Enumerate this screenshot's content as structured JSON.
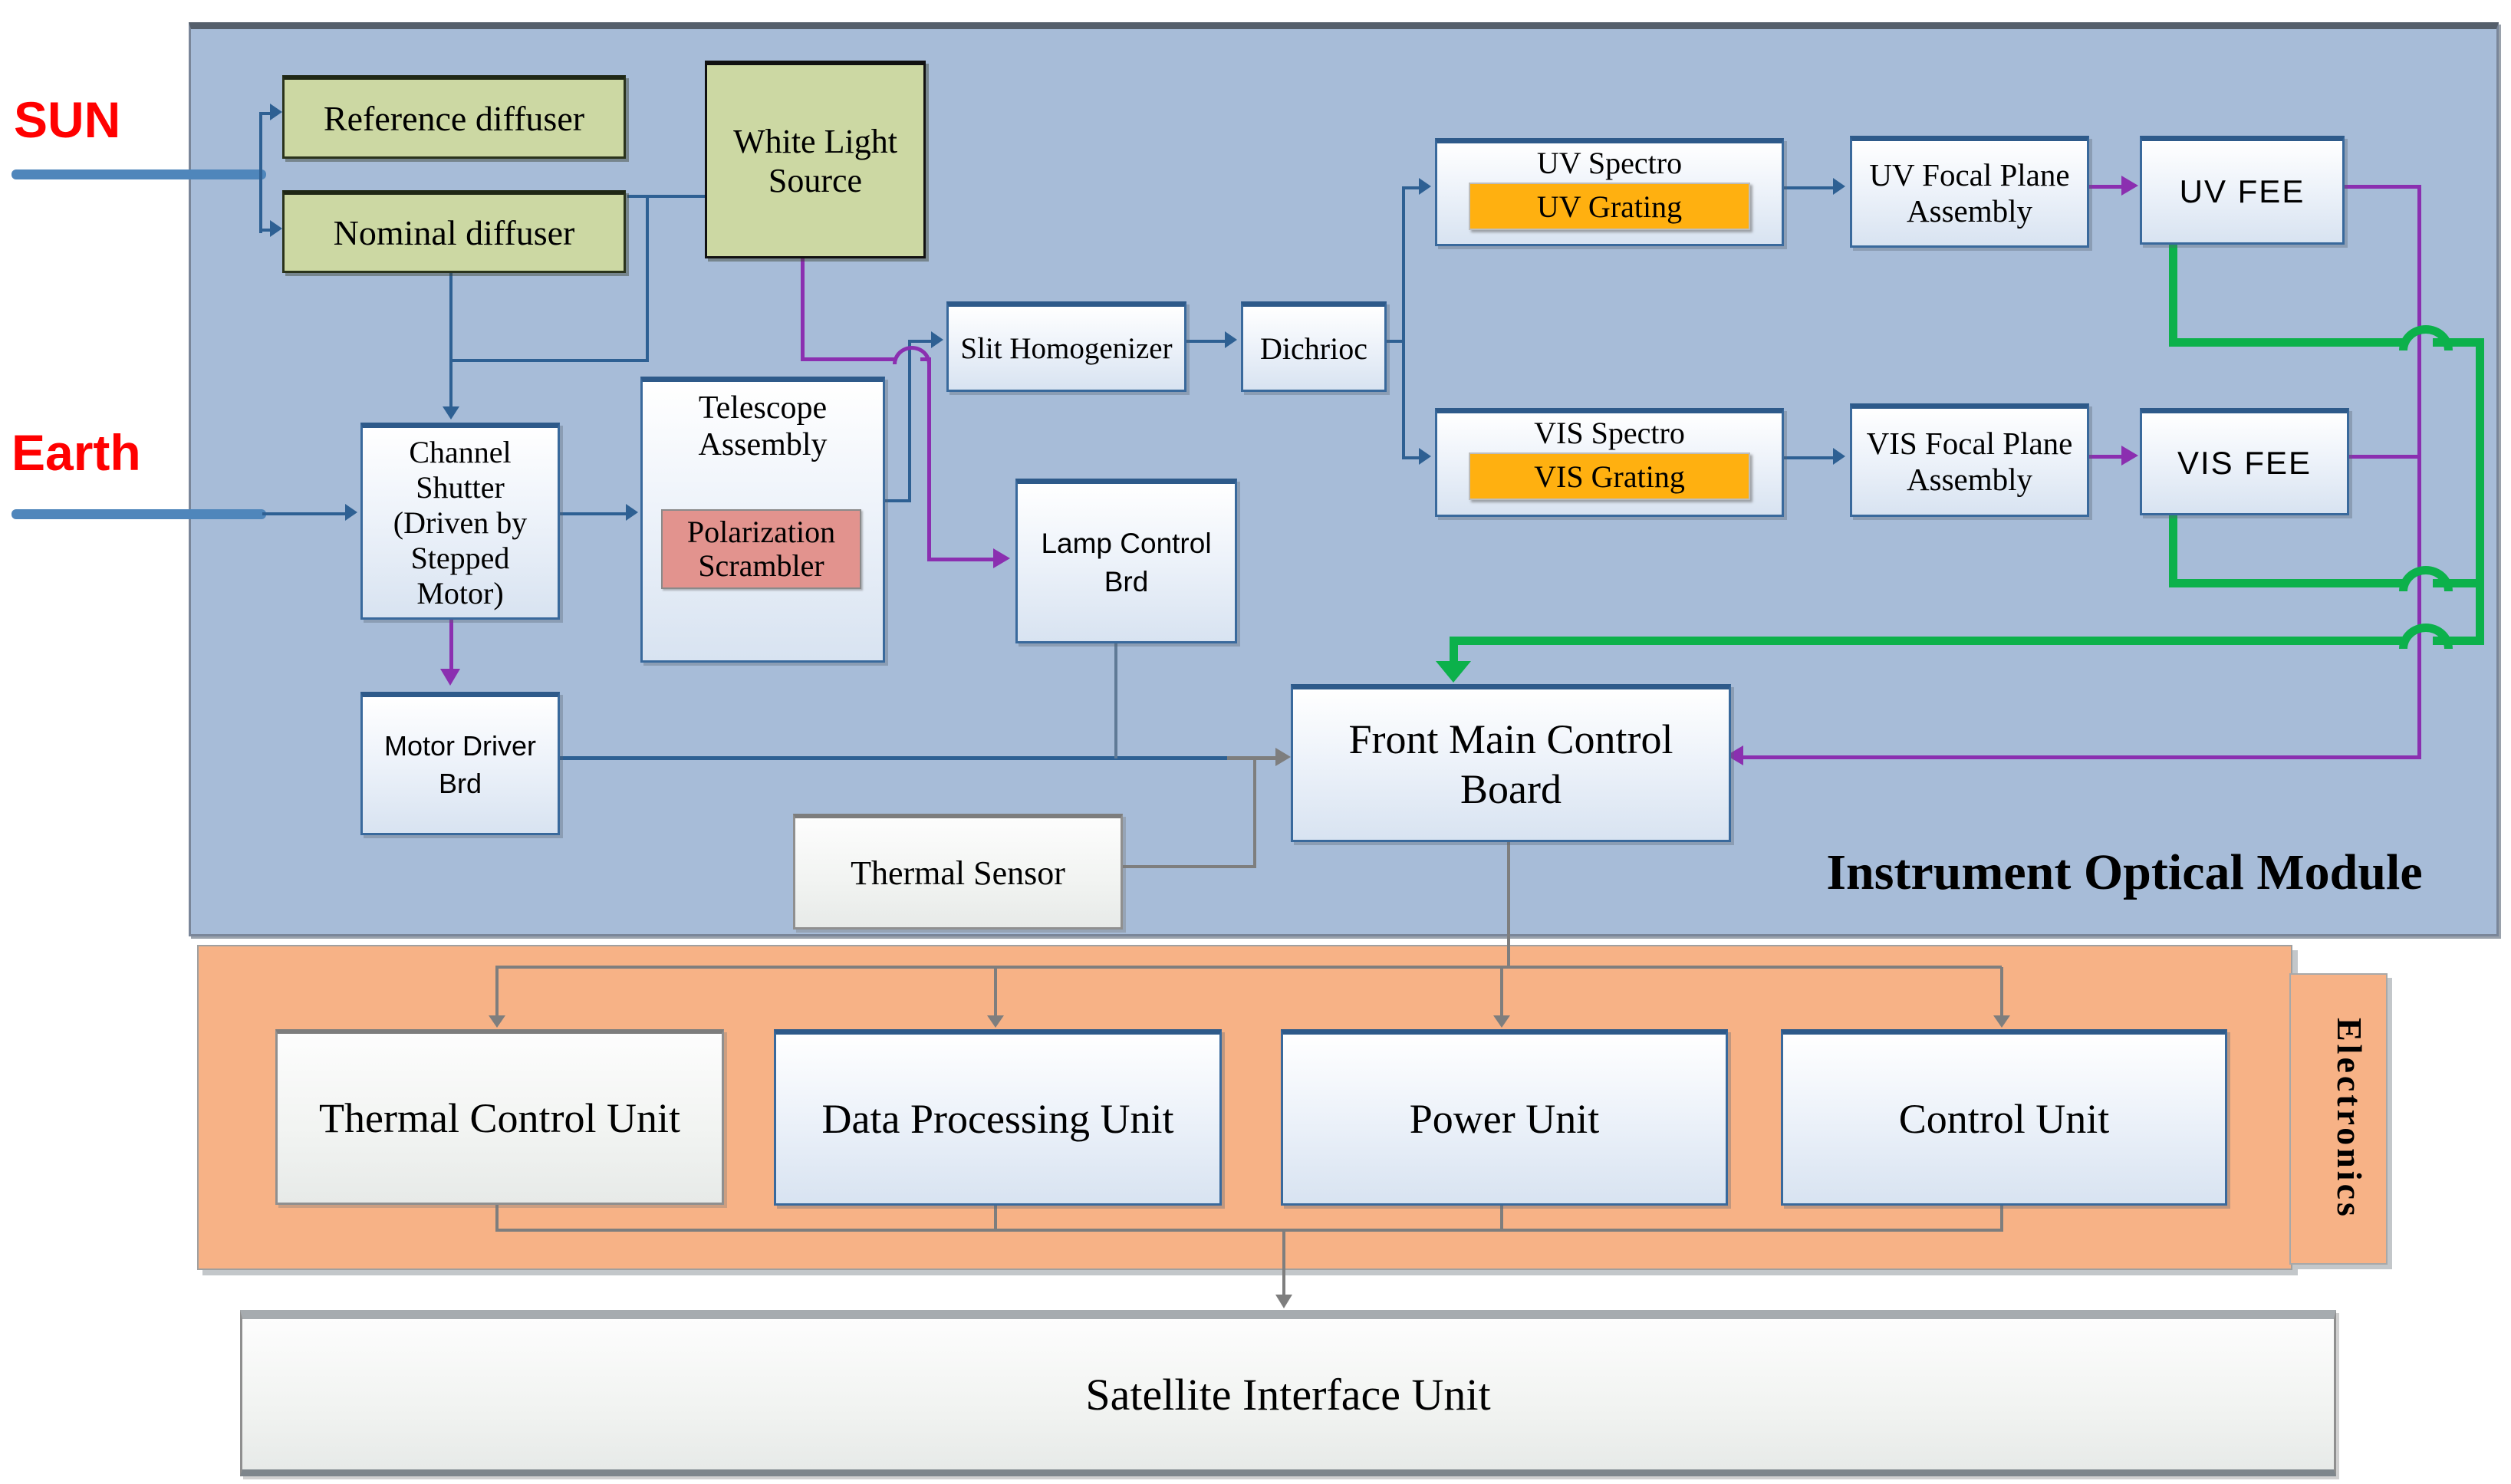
{
  "inputs": {
    "sun": "SUN",
    "earth": "Earth"
  },
  "module": {
    "title": "Instrument Optical Module"
  },
  "optical": {
    "reference_diffuser": "Reference diffuser",
    "nominal_diffuser": "Nominal diffuser",
    "white_light_source": "White Light Source",
    "channel_shutter": "Channel Shutter (Driven by Stepped Motor)",
    "telescope_assembly": "Telescope Assembly",
    "polarization_scrambler": "Polarization Scrambler",
    "slit_homogenizer": "Slit Homogenizer",
    "dichrioc": "Dichrioc",
    "uv_spectro": "UV Spectro",
    "uv_grating": "UV Grating",
    "uv_focal_plane": "UV Focal Plane Assembly",
    "uv_fee": "UV FEE",
    "vis_spectro": "VIS Spectro",
    "vis_grating": "VIS Grating",
    "vis_focal_plane": "VIS Focal Plane Assembly",
    "vis_fee": "VIS FEE",
    "lamp_control": "Lamp Control Brd",
    "motor_driver": "Motor Driver Brd",
    "thermal_sensor": "Thermal Sensor",
    "front_main_control": "Front Main Control Board"
  },
  "electronics": {
    "label": "Electronics",
    "thermal_control_unit": "Thermal Control Unit",
    "data_processing_unit": "Data Processing Unit",
    "power_unit": "Power Unit",
    "control_unit": "Control Unit"
  },
  "satellite": {
    "interface_unit": "Satellite Interface Unit"
  },
  "colors": {
    "panel_blue": "#a7bcd8",
    "panel_orange": "#f7b286",
    "line_blue": "#2e6093",
    "input_blue": "#4f86bb",
    "line_purple": "#8b2fb0",
    "line_green": "#0cb14b",
    "line_gray": "#7e7e7e",
    "grating_orange": "#ffb010",
    "scrambler_pink": "#e2938e",
    "diffuser_green": "#ccd8a3",
    "label_red": "#ff0000"
  }
}
